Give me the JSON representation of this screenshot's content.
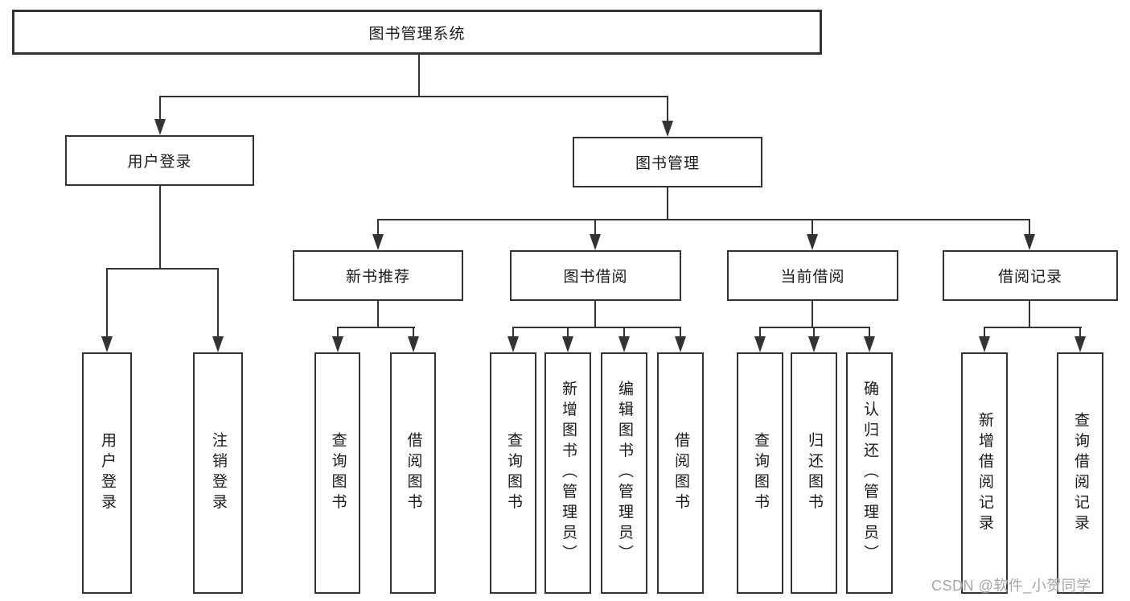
{
  "diagram": {
    "root": {
      "label": "图书管理系统"
    },
    "branches": [
      {
        "label": "用户登录",
        "children": [
          {
            "label": "用户登录"
          },
          {
            "label": "注销登录"
          }
        ]
      },
      {
        "label": "图书管理",
        "children": [
          {
            "label": "新书推荐",
            "children": [
              {
                "label": "查询图书"
              },
              {
                "label": "借阅图书"
              }
            ]
          },
          {
            "label": "图书借阅",
            "children": [
              {
                "label": "查询图书"
              },
              {
                "label": "新增图书（管理员）"
              },
              {
                "label": "编辑图书（管理员）"
              },
              {
                "label": "借阅图书"
              }
            ]
          },
          {
            "label": "当前借阅",
            "children": [
              {
                "label": "查询图书"
              },
              {
                "label": "归还图书"
              },
              {
                "label": "确认归还（管理员）"
              }
            ]
          },
          {
            "label": "借阅记录",
            "children": [
              {
                "label": "新增借阅记录"
              },
              {
                "label": "查询借阅记录"
              }
            ]
          }
        ]
      }
    ],
    "watermark": "CSDN @软件_小贺同学"
  },
  "colors": {
    "line": "#333333",
    "box_fill": "#ffffff",
    "text": "#1a1a1a",
    "watermark": "#a6a6a6"
  }
}
